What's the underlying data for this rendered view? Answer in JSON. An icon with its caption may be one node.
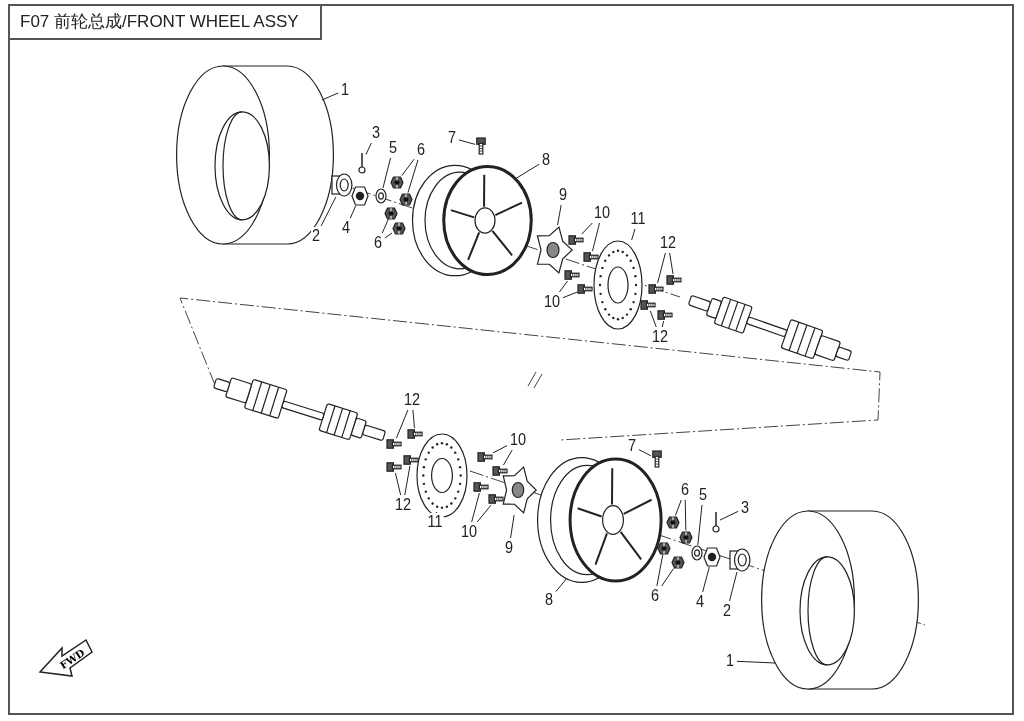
{
  "diagram": {
    "title": "F07 前轮总成/FRONT WHEEL ASSY",
    "nodes": [
      {
        "text": [
          "1"
        ]
      },
      {
        "text": [],
        "shape": "picture"
      },
      {
        "text": [
          "2"
        ]
      },
      {
        "text": [],
        "shape": "picture"
      },
      {
        "text": [
          "3"
        ]
      },
      {
        "text": [],
        "shape": "picture"
      },
      {
        "text": [
          "4"
        ]
      },
      {
        "text": [],
        "shape": "picture"
      },
      {
        "text": [
          "5"
        ]
      },
      {
        "text": [],
        "shape": "picture"
      },
      {
        "text": [
          "6"
        ]
      },
      {
        "text": [],
        "shape": "picture"
      },
      {
        "text": [],
        "shape": "picture"
      },
      {
        "text": [
          "6"
        ]
      },
      {
        "text": [],
        "shape": "picture"
      },
      {
        "text": [],
        "shape": "picture"
      },
      {
        "text": [
          "7"
        ]
      },
      {
        "text": [],
        "shape": "picture"
      },
      {
        "text": [
          "8"
        ]
      },
      {
        "text": [],
        "shape": "picture"
      },
      {
        "text": [
          "9"
        ]
      },
      {
        "text": [],
        "shape": "picture"
      },
      {
        "text": [
          "10"
        ]
      },
      {
        "text": [],
        "shape": "picture"
      },
      {
        "text": [],
        "shape": "picture"
      },
      {
        "text": [
          "10"
        ]
      },
      {
        "text": [],
        "shape": "picture"
      },
      {
        "text": [],
        "shape": "picture"
      },
      {
        "text": [
          "11"
        ]
      },
      {
        "text": [],
        "shape": "picture"
      },
      {
        "text": [
          "12"
        ]
      },
      {
        "text": [],
        "shape": "picture"
      },
      {
        "text": [],
        "shape": "picture"
      },
      {
        "text": [
          "12"
        ]
      },
      {
        "text": [],
        "shape": "picture"
      },
      {
        "text": [],
        "shape": "picture"
      },
      {
        "text": [
          "12"
        ]
      },
      {
        "text": [],
        "shape": "picture"
      },
      {
        "text": [],
        "shape": "picture"
      },
      {
        "text": [
          "12"
        ]
      },
      {
        "text": [],
        "shape": "picture"
      },
      {
        "text": [],
        "shape": "picture"
      },
      {
        "text": [
          "11"
        ]
      },
      {
        "text": [],
        "shape": "picture"
      },
      {
        "text": [
          "10"
        ]
      },
      {
        "text": [],
        "shape": "picture"
      },
      {
        "text": [],
        "shape": "picture"
      },
      {
        "text": [
          "10"
        ]
      },
      {
        "text": [],
        "shape": "picture"
      },
      {
        "text": [],
        "shape": "picture"
      },
      {
        "text": [
          "9"
        ]
      },
      {
        "text": [],
        "shape": "picture"
      },
      {
        "text": [
          "8"
        ]
      },
      {
        "text": [],
        "shape": "picture"
      },
      {
        "text": [
          "7"
        ]
      },
      {
        "text": [],
        "shape": "picture"
      },
      {
        "text": [
          "6"
        ]
      },
      {
        "text": [],
        "shape": "picture"
      },
      {
        "text": [],
        "shape": "picture"
      },
      {
        "text": [
          "6"
        ]
      },
      {
        "text": [],
        "shape": "picture"
      },
      {
        "text": [],
        "shape": "picture"
      },
      {
        "text": [
          "5"
        ]
      },
      {
        "text": [],
        "shape": "picture"
      },
      {
        "text": [
          "3"
        ]
      },
      {
        "text": [],
        "shape": "picture"
      },
      {
        "text": [
          "4"
        ]
      },
      {
        "text": [],
        "shape": "picture"
      },
      {
        "text": [
          "2"
        ]
      },
      {
        "text": [],
        "shape": "picture"
      },
      {
        "text": [
          "1"
        ]
      },
      {
        "text": [],
        "shape": "picture"
      }
    ],
    "edges": [
      {
        "from": 0,
        "to": 1,
        "arrow": "none"
      },
      {
        "from": 2,
        "to": 3,
        "arrow": "none"
      },
      {
        "from": 4,
        "to": 5,
        "arrow": "none"
      },
      {
        "from": 6,
        "to": 7,
        "arrow": "none"
      },
      {
        "from": 8,
        "to": 9,
        "arrow": "none"
      },
      {
        "from": 10,
        "to": 11,
        "arrow": "none"
      },
      {
        "from": 10,
        "to": 12,
        "arrow": "none"
      },
      {
        "from": 13,
        "to": 14,
        "arrow": "none"
      },
      {
        "from": 13,
        "to": 15,
        "arrow": "none"
      },
      {
        "from": 16,
        "to": 17,
        "arrow": "none"
      },
      {
        "from": 18,
        "to": 19,
        "arrow": "none"
      },
      {
        "from": 20,
        "to": 21,
        "arrow": "none"
      },
      {
        "from": 22,
        "to": 23,
        "arrow": "none"
      },
      {
        "from": 22,
        "to": 24,
        "arrow": "none"
      },
      {
        "from": 25,
        "to": 26,
        "arrow": "none"
      },
      {
        "from": 25,
        "to": 27,
        "arrow": "none"
      },
      {
        "from": 28,
        "to": 29,
        "arrow": "none"
      },
      {
        "from": 30,
        "to": 31,
        "arrow": "none"
      },
      {
        "from": 30,
        "to": 32,
        "arrow": "none"
      },
      {
        "from": 33,
        "to": 34,
        "arrow": "none"
      },
      {
        "from": 33,
        "to": 35,
        "arrow": "none"
      },
      {
        "from": 36,
        "to": 37,
        "arrow": "none"
      },
      {
        "from": 36,
        "to": 38,
        "arrow": "none"
      },
      {
        "from": 39,
        "to": 40,
        "arrow": "none"
      },
      {
        "from": 39,
        "to": 41,
        "arrow": "none"
      },
      {
        "from": 42,
        "to": 43,
        "arrow": "none"
      },
      {
        "from": 44,
        "to": 45,
        "arrow": "none"
      },
      {
        "from": 44,
        "to": 46,
        "arrow": "none"
      },
      {
        "from": 47,
        "to": 48,
        "arrow": "none"
      },
      {
        "from": 47,
        "to": 49,
        "arrow": "none"
      },
      {
        "from": 50,
        "to": 51,
        "arrow": "none"
      },
      {
        "from": 52,
        "to": 53,
        "arrow": "none"
      },
      {
        "from": 54,
        "to": 55,
        "arrow": "none"
      },
      {
        "from": 56,
        "to": 57,
        "arrow": "none"
      },
      {
        "from": 56,
        "to": 58,
        "arrow": "none"
      },
      {
        "from": 59,
        "to": 60,
        "arrow": "none"
      },
      {
        "from": 59,
        "to": 61,
        "arrow": "none"
      },
      {
        "from": 62,
        "to": 63,
        "arrow": "none"
      },
      {
        "from": 64,
        "to": 65,
        "arrow": "none"
      },
      {
        "from": 66,
        "to": 67,
        "arrow": "none"
      },
      {
        "from": 68,
        "to": 69,
        "arrow": "none"
      },
      {
        "from": 70,
        "to": 71,
        "arrow": "none"
      }
    ],
    "labels": [
      "FWD"
    ]
  }
}
